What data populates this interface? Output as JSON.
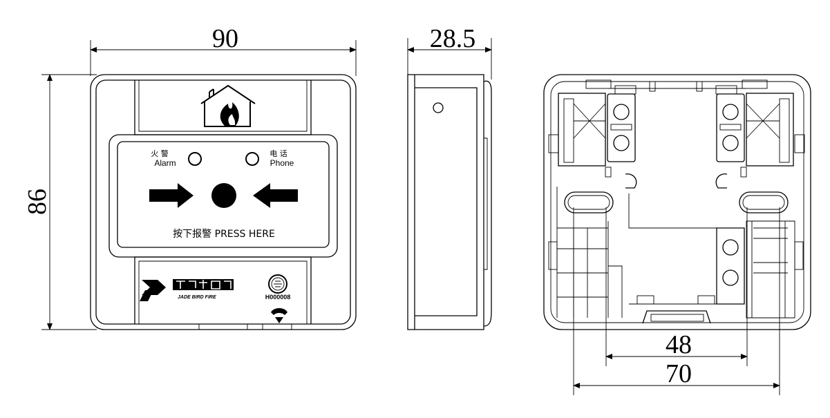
{
  "front_view": {
    "width_dim": "90",
    "height_dim": "86",
    "alarm_cn": "火 警",
    "alarm_en": "Alarm",
    "phone_cn": "电 话",
    "phone_en": "Phone",
    "press_label": "按下报警   PRESS HERE",
    "brand_en": "JADE BIRD FIRE",
    "cert_code": "H000008"
  },
  "side_view": {
    "depth_dim": "28.5"
  },
  "back_view": {
    "inner_dim": "48",
    "outer_dim": "70"
  }
}
